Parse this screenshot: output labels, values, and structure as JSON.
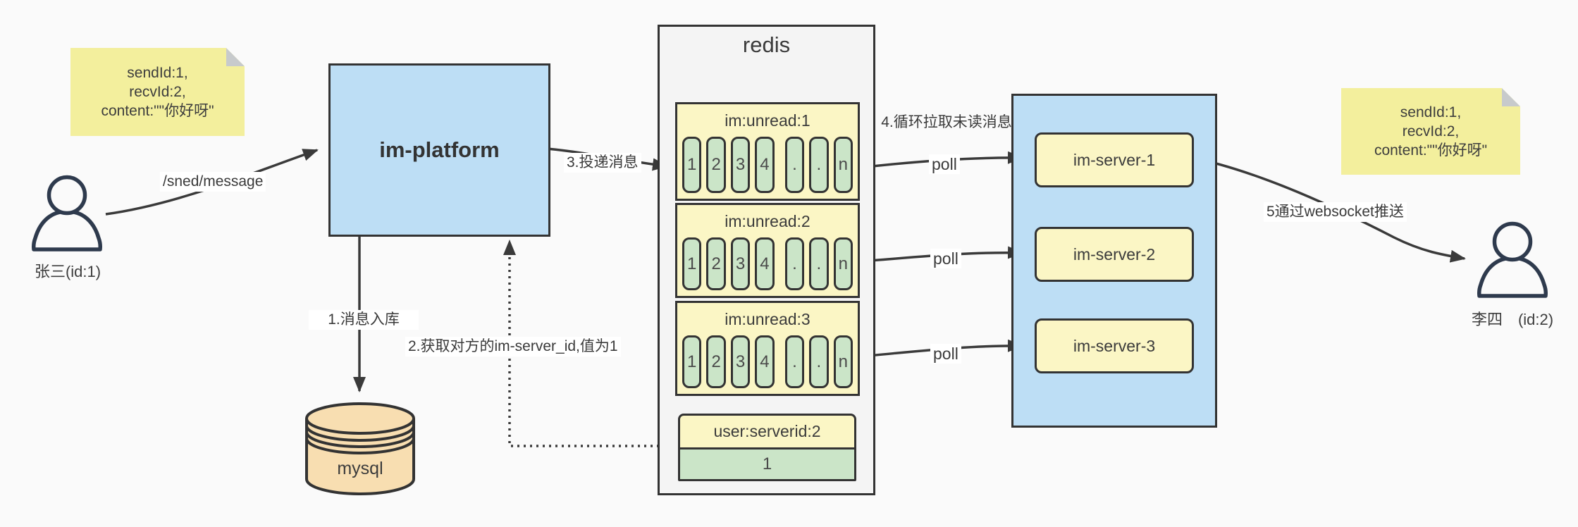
{
  "colors": {
    "background": "#fafafa",
    "box_blue": "#bddef5",
    "pale_yellow": "#fbf6c5",
    "sticky_yellow": "#f3ef9d",
    "green": "#cbe5c8",
    "mysql_tan": "#f8deb1",
    "redis_gray": "#f4f4f4",
    "line": "#3a3a3a",
    "border": "#333333",
    "person": "#2e3a4d"
  },
  "sender_note": {
    "line1": "sendId:1,",
    "line2": "recvId:2,",
    "line3": "content:\"\"你好呀\""
  },
  "receiver_note": {
    "line1": "sendId:1,",
    "line2": "recvId:2,",
    "line3": "content:\"\"你好呀\""
  },
  "sender": {
    "label": "张三(id:1)"
  },
  "receiver": {
    "label": "李四　(id:2)"
  },
  "platform": {
    "label": "im-platform"
  },
  "mysql": {
    "label": "mysql"
  },
  "redis": {
    "title": "redis",
    "queues": [
      {
        "title": "im:unread:1",
        "cells": [
          "1",
          "2",
          "3",
          "4",
          ".",
          ".",
          "n"
        ]
      },
      {
        "title": "im:unread:2",
        "cells": [
          "1",
          "2",
          "3",
          "4",
          ".",
          ".",
          "n"
        ]
      },
      {
        "title": "im:unread:3",
        "cells": [
          "1",
          "2",
          "3",
          "4",
          ".",
          ".",
          "n"
        ]
      }
    ],
    "mapping": {
      "key": "user:serverid:2",
      "value": "1"
    }
  },
  "servers": {
    "items": [
      {
        "label": "im-server-1"
      },
      {
        "label": "im-server-2"
      },
      {
        "label": "im-server-3"
      }
    ]
  },
  "flow_labels": {
    "send": "/sned/message",
    "step1": "1.消息入库",
    "step2": "2.获取对方的im-server_id,值为1",
    "step3": "3.投递消息",
    "step4": "4.循环拉取未读消息",
    "step5": "5通过websocket推送",
    "poll": "poll"
  }
}
